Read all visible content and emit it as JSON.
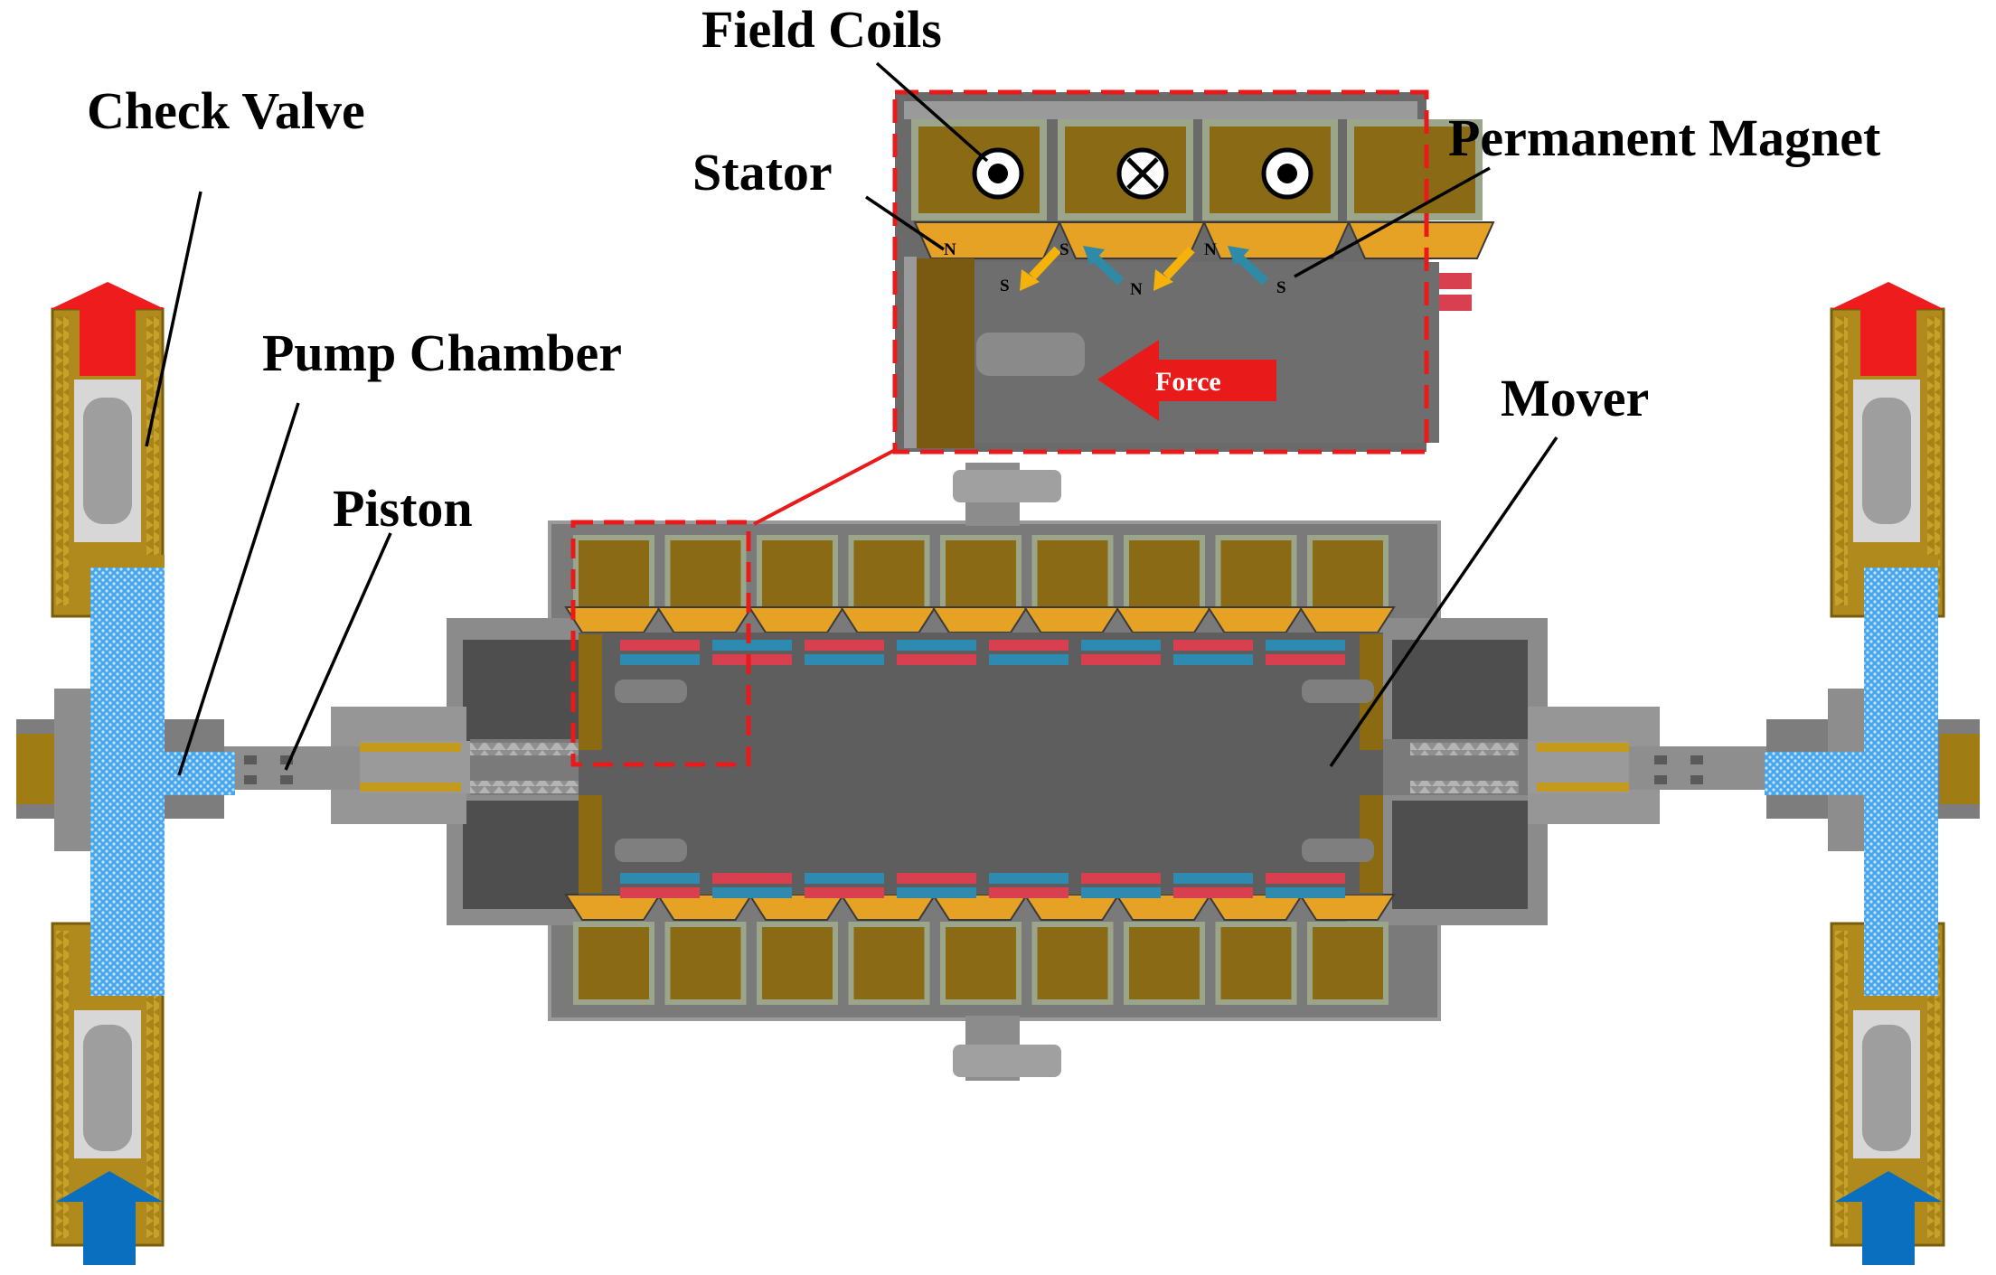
{
  "labels": {
    "field_coils": "Field Coils",
    "check_valve": "Check Valve",
    "stator": "Stator",
    "permanent_magnet": "Permanent Magnet",
    "pump_chamber": "Pump Chamber",
    "piston": "Piston",
    "mover": "Mover",
    "force": "Force"
  },
  "inset": {
    "current_symbols": [
      "dot",
      "cross",
      "dot"
    ],
    "stator_poles": [
      "N",
      "S",
      "N"
    ],
    "magnet_poles": [
      "S",
      "N",
      "S"
    ]
  },
  "colors": {
    "outlet_arrow": "#ee1c1c",
    "inlet_arrow": "#0b6fc0",
    "fluid": "#3f9ee6",
    "housing": "#6b6b6b",
    "mover": "#5a5a5a",
    "coil": "#8a6a14",
    "stator_tooth": "#e6a224",
    "magnet_red": "#d9404f",
    "magnet_blue": "#2f8ab0",
    "zoom_frame": "#e81a1a",
    "flux_arrow_yellow": "#f5b20a",
    "flux_arrow_teal": "#2e8aa6"
  }
}
